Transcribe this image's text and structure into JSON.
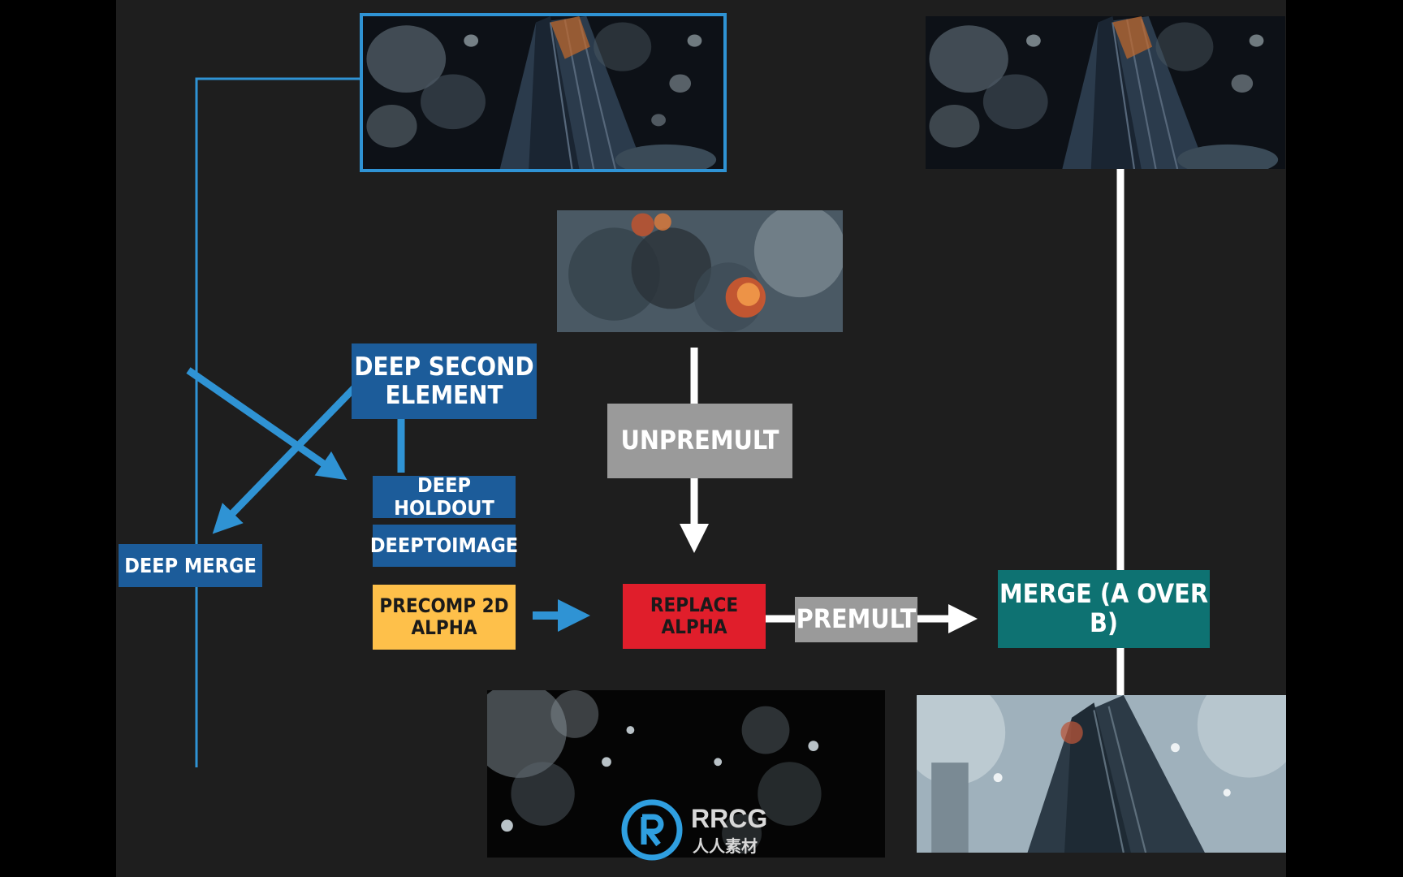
{
  "nodes": {
    "deep_second_element": "DEEP SECOND\nELEMENT",
    "deep_holdout": "DEEP HOLDOUT",
    "deeptoimage": "DEEPTOIMAGE",
    "deep_merge": "DEEP MERGE",
    "precomp_2d_alpha": "PRECOMP 2D\nALPHA",
    "unpremult": "UNPREMULT",
    "replace_alpha": "REPLACE ALPHA",
    "premult": "PREMULT",
    "merge": "MERGE (A OVER B)"
  },
  "colors": {
    "deep_node": "#1c5c9a",
    "precomp_node": "#fec04a",
    "grey_node": "#9a9a9a",
    "replace_alpha_node": "#e01e2b",
    "merge_node": "#0e7272",
    "deep_wire": "#2f93d4",
    "white_wire": "#ffffff"
  },
  "thumbnails": {
    "top_left": "shattering-skyscraper",
    "top_right": "shattering-skyscraper",
    "middle": "fire-and-smoke",
    "bottom_left": "debris-alpha-matte",
    "bottom_right": "final-composite"
  },
  "watermark": {
    "brand": "RRCG",
    "subtitle": "人人素材",
    "icon": "rrcg-logo-icon"
  }
}
